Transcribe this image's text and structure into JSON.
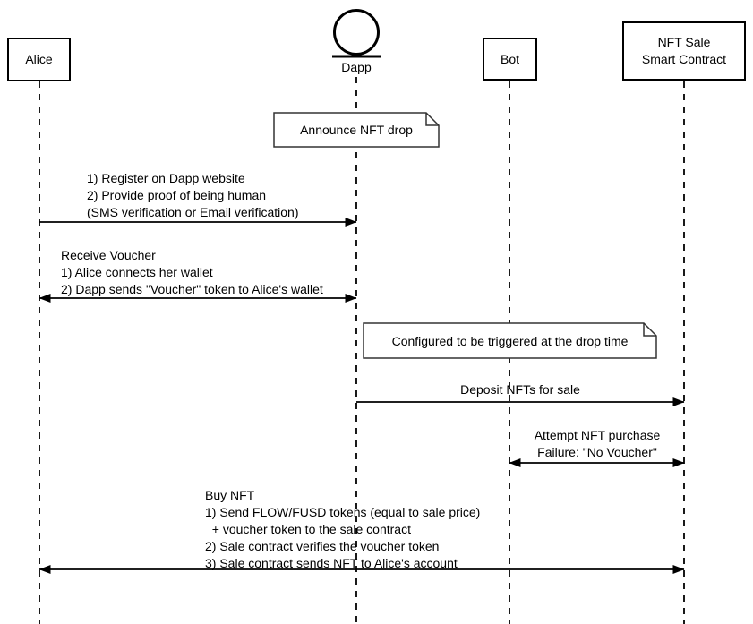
{
  "diagram_type": "uml-sequence",
  "style": {
    "background": "#ffffff",
    "line_color": "#000000",
    "note_border": "#333333",
    "note_fill": "#ffffff"
  },
  "actors": [
    {
      "label": "Alice",
      "kind": "participant"
    },
    {
      "label": "Dapp",
      "kind": "entity"
    },
    {
      "label": "Bot",
      "kind": "participant"
    },
    {
      "label": "NFT Sale Smart Contract",
      "kind": "participant",
      "lines": [
        "NFT Sale",
        "Smart Contract"
      ]
    }
  ],
  "notes": [
    {
      "text": "Announce NFT drop",
      "over": "Dapp"
    },
    {
      "text": "Configured to be triggered at the drop time",
      "over": "Bot"
    }
  ],
  "messages": [
    {
      "from": "Alice",
      "to": "Dapp",
      "arrow": "->",
      "lines": [
        "1) Register on Dapp website",
        "2) Provide proof of being human",
        "(SMS verification or Email verification)"
      ]
    },
    {
      "from": "Alice",
      "to": "Dapp",
      "arrow": "<->",
      "lines": [
        "Receive Voucher",
        "1) Alice connects her wallet",
        "2) Dapp sends \"Voucher\" token to Alice's wallet"
      ]
    },
    {
      "from": "Dapp",
      "to": "NFT Sale Smart Contract",
      "arrow": "->",
      "lines": [
        "Deposit NFTs for sale"
      ]
    },
    {
      "from": "Bot",
      "to": "NFT Sale Smart Contract",
      "arrow": "<->",
      "lines": [
        "Attempt NFT purchase",
        "Failure: \"No Voucher\""
      ]
    },
    {
      "from": "Alice",
      "to": "NFT Sale Smart Contract",
      "arrow": "<->",
      "lines": [
        "Buy NFT",
        "1) Send FLOW/FUSD tokens (equal to sale price)",
        "  + voucher token to the sale contract",
        "2) Sale contract verifies the voucher token",
        "3) Sale contract sends NFT to Alice's account"
      ]
    }
  ]
}
